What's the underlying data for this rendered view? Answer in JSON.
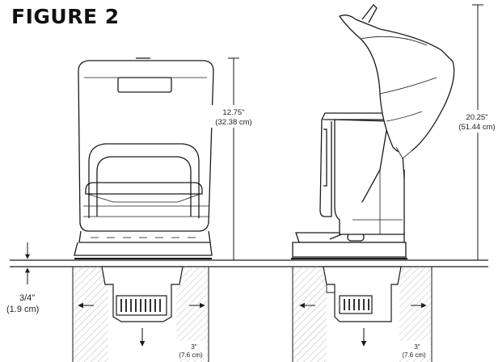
{
  "figure": {
    "title": "FIGURE 2"
  },
  "dimensions": {
    "front_height": {
      "inch": "12.75\"",
      "cm": "(32.38 cm)"
    },
    "side_height_open": {
      "inch": "20.25\"",
      "cm": "(51.44 cm)"
    },
    "countertop_thickness": {
      "inch": "3/4\"",
      "cm": "(1.9 cm)"
    },
    "front_clearance": {
      "inch": "3\"",
      "cm": "(7.6 cm)"
    },
    "side_clearance": {
      "inch": "3\"",
      "cm": "(7.6 cm)"
    }
  },
  "colors": {
    "line": "#1a1a1a",
    "hatch": "#b9b9b9"
  }
}
